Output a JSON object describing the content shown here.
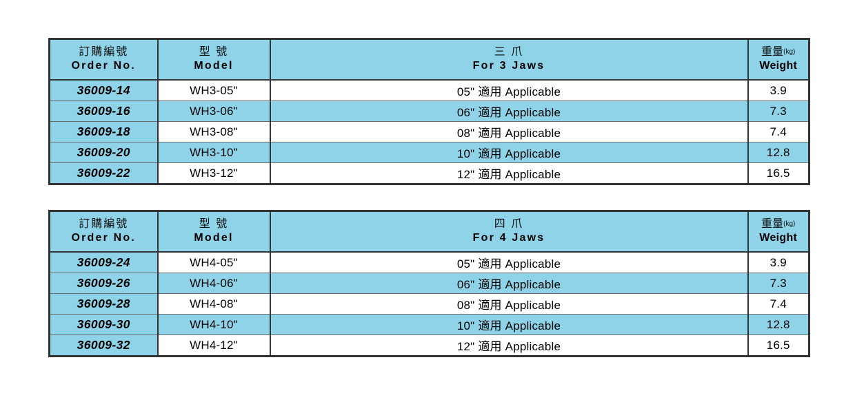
{
  "colors": {
    "accent_blue": "#8ed3e8",
    "border_dark": "#333333",
    "row_line": "#6a6a6a",
    "page_background": "#ffffff",
    "text": "#000000"
  },
  "tables": [
    {
      "id": "three-jaws",
      "headers": {
        "order_no": {
          "cjk": "訂購編號",
          "en": "Order No."
        },
        "model": {
          "cjk": "型 號",
          "en": "Model"
        },
        "jaws": {
          "cjk": "三 爪",
          "en": "For 3 Jaws"
        },
        "weight": {
          "cjk": "重量",
          "cjk_unit": "(kg)",
          "en": "Weight"
        }
      },
      "rows": [
        {
          "order_no": "36009-14",
          "model": "WH3-05\"",
          "jaws": "05\" 適用 Applicable",
          "weight": "3.9",
          "shaded": false
        },
        {
          "order_no": "36009-16",
          "model": "WH3-06\"",
          "jaws": "06\" 適用 Applicable",
          "weight": "7.3",
          "shaded": true
        },
        {
          "order_no": "36009-18",
          "model": "WH3-08\"",
          "jaws": "08\" 適用 Applicable",
          "weight": "7.4",
          "shaded": false
        },
        {
          "order_no": "36009-20",
          "model": "WH3-10\"",
          "jaws": "10\" 適用 Applicable",
          "weight": "12.8",
          "shaded": true
        },
        {
          "order_no": "36009-22",
          "model": "WH3-12\"",
          "jaws": "12\" 適用 Applicable",
          "weight": "16.5",
          "shaded": false
        }
      ]
    },
    {
      "id": "four-jaws",
      "headers": {
        "order_no": {
          "cjk": "訂購編號",
          "en": "Order No."
        },
        "model": {
          "cjk": "型 號",
          "en": "Model"
        },
        "jaws": {
          "cjk": "四 爪",
          "en": "For 4 Jaws"
        },
        "weight": {
          "cjk": "重量",
          "cjk_unit": "(kg)",
          "en": "Weight"
        }
      },
      "rows": [
        {
          "order_no": "36009-24",
          "model": "WH4-05\"",
          "jaws": "05\" 適用 Applicable",
          "weight": "3.9",
          "shaded": false
        },
        {
          "order_no": "36009-26",
          "model": "WH4-06\"",
          "jaws": "06\" 適用 Applicable",
          "weight": "7.3",
          "shaded": true
        },
        {
          "order_no": "36009-28",
          "model": "WH4-08\"",
          "jaws": "08\" 適用 Applicable",
          "weight": "7.4",
          "shaded": false
        },
        {
          "order_no": "36009-30",
          "model": "WH4-10\"",
          "jaws": "10\" 適用 Applicable",
          "weight": "12.8",
          "shaded": true
        },
        {
          "order_no": "36009-32",
          "model": "WH4-12\"",
          "jaws": "12\" 適用 Applicable",
          "weight": "16.5",
          "shaded": false
        }
      ]
    }
  ]
}
